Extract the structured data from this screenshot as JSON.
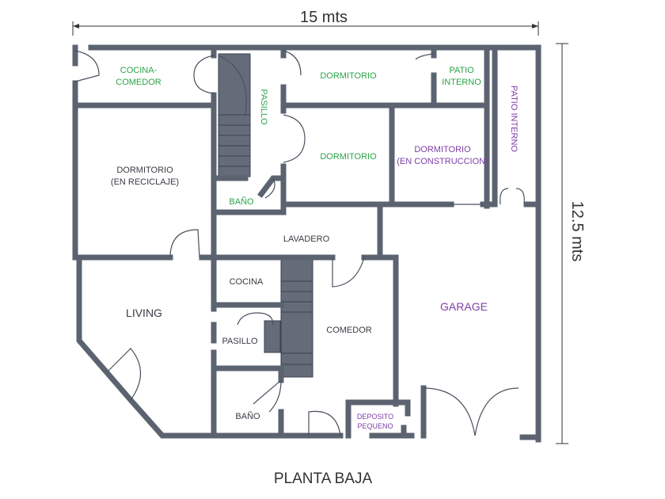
{
  "dimensions": {
    "width_label": "15 mts",
    "height_label": "12.5 mts"
  },
  "title": "PLANTA BAJA",
  "rooms": {
    "cocina_comedor": [
      "COCINA-",
      "COMEDOR"
    ],
    "pasillo_top": "PASILLO",
    "dormitorio_1": "DORMITORIO",
    "patio_interno_1": [
      "PATIO",
      "INTERNO"
    ],
    "patio_interno_2": "PATIO INTERNO",
    "dormitorio_reciclaje": [
      "DORMITORIO",
      "(EN RECICLAJE)"
    ],
    "dormitorio_2": "DORMITORIO",
    "dormitorio_construccion": [
      "DORMITORIO",
      "(EN CONSTRUCCION)"
    ],
    "bano_top": "BAÑO",
    "lavadero": "LAVADERO",
    "cocina": "COCINA",
    "living": "LIVING",
    "pasillo_bottom": "PASILLO",
    "comedor": "COMEDOR",
    "garage": "GARAGE",
    "bano_bottom": "BAÑO",
    "deposito": [
      "DEPOSITO",
      "PEQUENO"
    ]
  },
  "colors": {
    "wall": "#5b6370",
    "green_label": "#2aa44a",
    "purple_label": "#7d3fa6",
    "dark_label": "#3a3a44"
  }
}
